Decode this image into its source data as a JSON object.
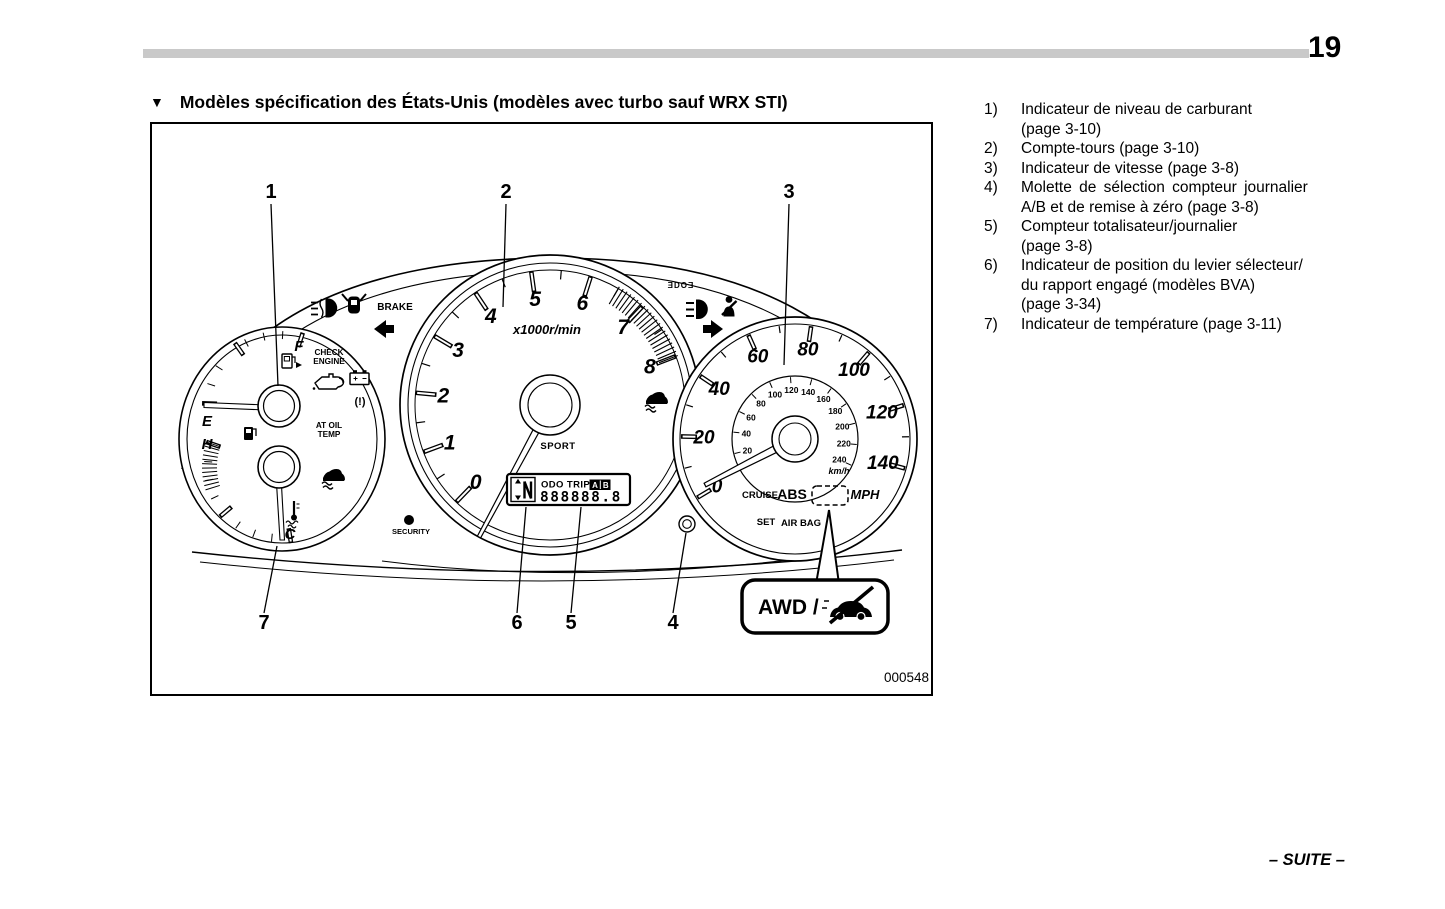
{
  "page": {
    "number": "19",
    "footer": "– SUITE –"
  },
  "title": {
    "marker": "▼",
    "text": "Modèles spécification des États-Unis (modèles avec turbo sauf WRX STI)"
  },
  "legend": {
    "items": [
      {
        "num": "1)",
        "lines": [
          "Indicateur de niveau de carburant",
          "(page 3-10)"
        ]
      },
      {
        "num": "2)",
        "lines": [
          "Compte-tours (page 3-10)"
        ]
      },
      {
        "num": "3)",
        "lines": [
          "Indicateur de vitesse (page 3-8)"
        ]
      },
      {
        "num": "4)",
        "lines": [
          "Molette de sélection compteur journalier",
          "A/B et de remise à zéro (page 3-8)"
        ]
      },
      {
        "num": "5)",
        "lines": [
          "Compteur totalisateur/journalier",
          "(page 3-8)"
        ]
      },
      {
        "num": "6)",
        "lines": [
          "Indicateur de position du levier sélecteur/",
          "du rapport engagé (modèles BVA)",
          "(page 3-34)"
        ]
      },
      {
        "num": "7)",
        "lines": [
          "Indicateur de température (page 3-11)"
        ]
      }
    ]
  },
  "diagram": {
    "figure_code": "000548",
    "callouts": {
      "c1": "1",
      "c2": "2",
      "c3": "3",
      "c4": "4",
      "c5": "5",
      "c6": "6",
      "c7": "7"
    },
    "left_gauge": {
      "f": "F",
      "e": "E",
      "h": "H",
      "c": "C",
      "brake": "BRAKE",
      "check_engine": [
        "CHECK",
        "ENGINE"
      ],
      "at_oil_temp": [
        "AT OIL",
        "TEMP"
      ],
      "tpms": "(!)",
      "security": "SECURITY"
    },
    "tach": {
      "numerals": [
        "0",
        "1",
        "2",
        "3",
        "4",
        "5",
        "6",
        "7",
        "8"
      ],
      "unit": "x1000r/min",
      "sport": "SPORT",
      "edge_glyph": "ƎDOƎ"
    },
    "lcd": {
      "title": "ODO TRIP",
      "a": "A",
      "b": "B",
      "digits": "888888.8"
    },
    "speedo": {
      "mph": [
        "0",
        "20",
        "40",
        "60",
        "80",
        "100",
        "120",
        "140"
      ],
      "kmh": [
        "20",
        "40",
        "60",
        "80",
        "100",
        "120",
        "140",
        "160",
        "180",
        "200",
        "220",
        "240"
      ],
      "mph_label": "MPH",
      "kmh_label": "km/h",
      "cruise": "CRUISE",
      "abs": "ABS",
      "set": "SET",
      "airbag": "AIR BAG"
    },
    "awd": {
      "label": "AWD /"
    },
    "icons": [
      "fog-light-icon",
      "door-open-icon",
      "turn-signal-left-icon",
      "turn-signal-right-icon",
      "oil-pressure-icon",
      "battery-icon",
      "tpms-icon",
      "low-fuel-icon",
      "fuel-pump-icon",
      "vdc-off-icon",
      "coolant-temp-icon",
      "security-icon",
      "high-beam-icon",
      "seatbelt-icon",
      "gear-position-icon",
      "awd-car-slash-icon"
    ]
  }
}
